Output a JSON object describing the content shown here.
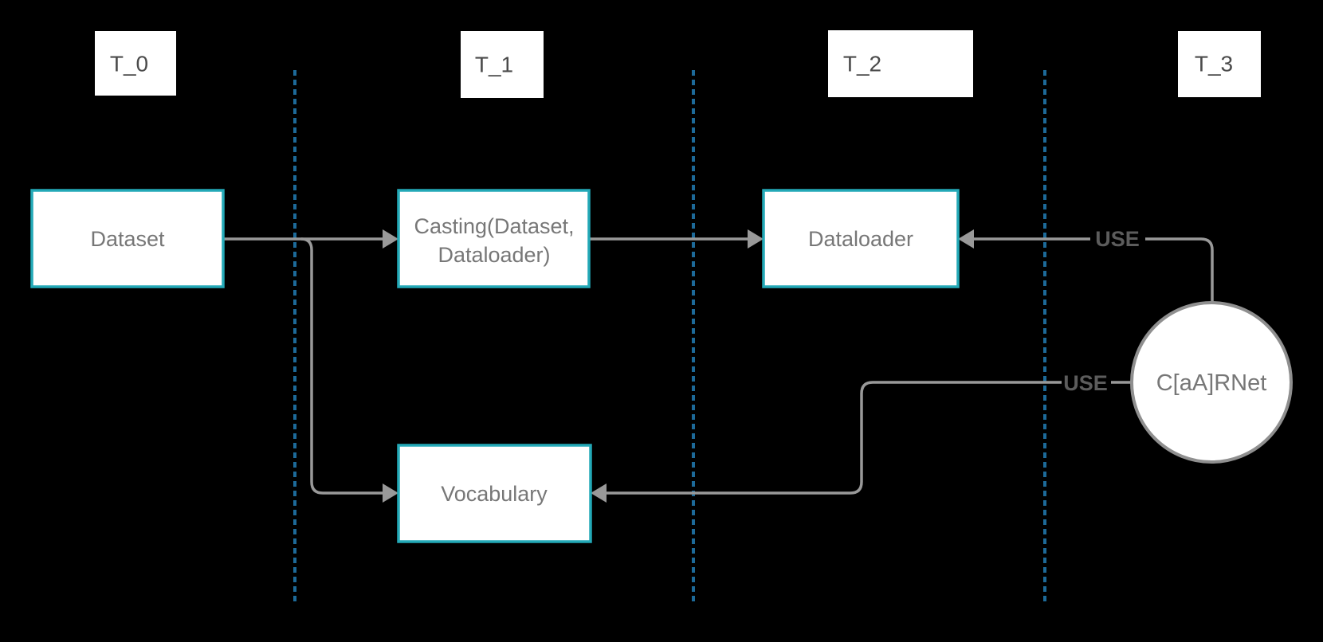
{
  "diagram": {
    "lane_headers": [
      {
        "label": "T_0"
      },
      {
        "label": "T_1"
      },
      {
        "label": "T_2"
      },
      {
        "label": "T_3"
      }
    ],
    "nodes": {
      "dataset": {
        "label": "Dataset"
      },
      "casting": {
        "label": "Casting(Dataset, Dataloader)",
        "label_line1": "Casting(Dataset,",
        "label_line2": "Dataloader)"
      },
      "dataloader": {
        "label": "Dataloader"
      },
      "vocabulary": {
        "label": "Vocabulary"
      },
      "carnet": {
        "label": "C[aA]RNet"
      }
    },
    "edges": {
      "use_top_label": "USE",
      "use_bottom_label": "USE"
    },
    "colors": {
      "background": "#000000",
      "node_fill": "#ffffff",
      "node_border": "#23a9b7",
      "node_text": "#777777",
      "header_fill": "#ffffff",
      "header_text": "#4b4b4b",
      "divider": "#1d6a99",
      "connector": "#999999",
      "circle_border": "#8f8f8f",
      "edge_label_text": "#5c5c5c"
    }
  }
}
